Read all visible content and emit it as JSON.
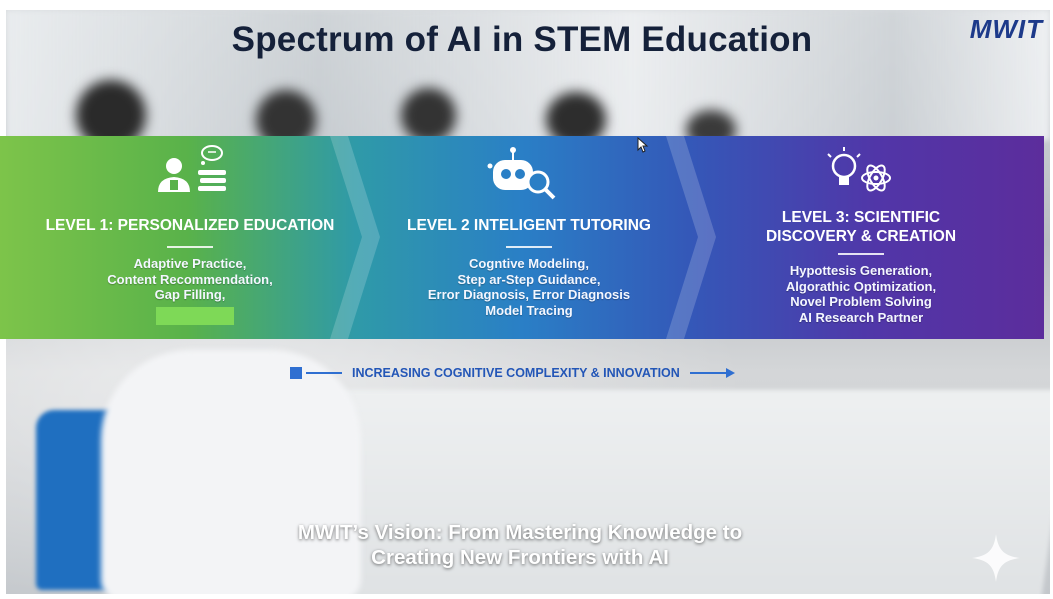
{
  "title": "Spectrum of AI in STEM Education",
  "logo_text": "MWIT",
  "levels": [
    {
      "heading_lines": [
        "LEVEL 1: PERSONALIZED EDUCATION"
      ],
      "icon": "student-books-icon",
      "items": [
        "Adaptive Practice,",
        "Content Recommendation,",
        "Gap Filling,"
      ]
    },
    {
      "heading_lines": [
        "LEVEL 2 INTELIGENT TUTORING"
      ],
      "icon": "robot-magnifier-icon",
      "items": [
        "Cogntive Modeling,",
        "Step ar-Step Guidance,",
        "Error Diagnosis, Error Diagnosis",
        "Model Tracing"
      ]
    },
    {
      "heading_lines": [
        "LEVEL 3: SCIENTIFIC",
        "DISCOVERY & CREATION"
      ],
      "icon": "lightbulb-atom-icon",
      "items": [
        "Hypottesis Generation,",
        "Algorathic Optimization,",
        "Novel Problem Solving",
        "AI Research Partner"
      ]
    }
  ],
  "progression_label": "INCREASING COGNITIVE COMPLEXITY & INNOVATION",
  "vision_lines": [
    "MWIT’s Vision: From Mastering Knowledge to",
    "Creating New Frontiers with AI"
  ],
  "colors": {
    "level1": "#59b24a",
    "level2": "#2a7fc6",
    "level3": "#5136a8",
    "arrow": "#2f6fd1",
    "title": "#15213a",
    "highlight": "#7ed957"
  }
}
